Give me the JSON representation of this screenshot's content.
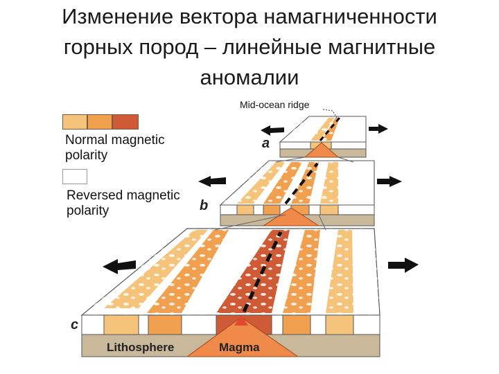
{
  "title": {
    "line1": "Изменение вектора намагниченности",
    "line2": "горных пород – линейные магнитные",
    "line3": "аномалии"
  },
  "legend": {
    "normal_line1": "Normal magnetic",
    "normal_line2": "polarity",
    "reversed_line1": "Reversed magnetic",
    "reversed_line2": "polarity",
    "colors": {
      "light": "#f6c37a",
      "medium": "#f0a04e",
      "dark": "#cf5a36",
      "reversed": "#ffffff"
    }
  },
  "diagram": {
    "ridge_label": "Mid-ocean ridge",
    "panel_a": "a",
    "panel_b": "b",
    "panel_c": "c",
    "lithosphere_label": "Lithosphere",
    "magma_label": "Magma"
  }
}
